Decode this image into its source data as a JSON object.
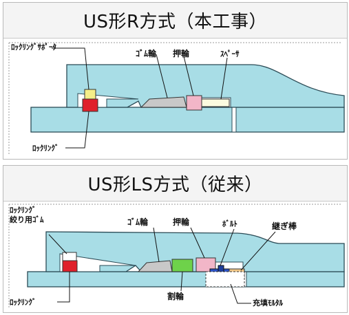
{
  "top": {
    "title": "US形R方式（本工事）",
    "labels": {
      "locking_ring_supporter": "ﾛｯｸﾘﾝｸﾞｻﾎﾟｰﾀ",
      "rubber_ring": "ｺﾞﾑ輪",
      "push_ring": "押輪",
      "spacer": "ｽﾍﾟｰｻ",
      "locking_ring": "ﾛｯｸﾘﾝｸﾞ"
    }
  },
  "bottom": {
    "title": "US形LS方式（従来）",
    "labels": {
      "locking_ring_line1": "ﾛｯｸﾘﾝｸﾞ",
      "locking_ring_line2": "絞り用ｺﾞﾑ",
      "rubber_ring": "ｺﾞﾑ輪",
      "push_ring": "押輪",
      "bolt": "ﾎﾞﾙﾄ",
      "joint_rod": "継ぎ棒",
      "split_ring": "割輪",
      "locking_ring": "ﾛｯｸﾘﾝｸﾞ",
      "filler_mortar": "充填ﾓﾙﾀﾙ"
    }
  },
  "colors": {
    "pipe": "#a8dde6",
    "pipe_line": "#2a4a55",
    "locking_ring": "#e0202a",
    "supporter": "#f4ee88",
    "rubber": "#c8c8c8",
    "push_ring": "#f2b6c8",
    "spacer": "#fbfbe0",
    "split_ring": "#6ed24a",
    "bolt": "#2e55c8",
    "mortar": "#f2c98a"
  }
}
